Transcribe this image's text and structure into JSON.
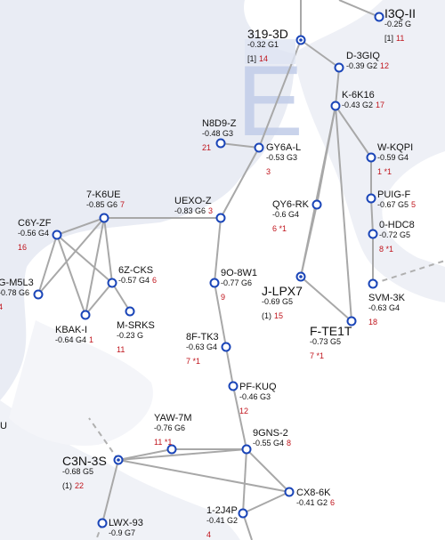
{
  "colors": {
    "background": "#ffffff",
    "region_fill": "#e9ecf4",
    "link": "#a8a8a8",
    "node_ring": "#1a45b8",
    "info_red": "#c0141c",
    "region_letter": "#c4cfe9"
  },
  "region_letter": "E",
  "systems": [
    {
      "id": "319-3D",
      "sec": "-0.32 G1",
      "info": [
        {
          "t": "[1]",
          "c": "blk"
        },
        {
          "t": "14",
          "c": "red"
        }
      ]
    },
    {
      "id": "I3Q-II",
      "sec": "-0.25 G",
      "info": [
        {
          "t": "[1]",
          "c": "blk"
        },
        {
          "t": "11",
          "c": "red"
        }
      ]
    },
    {
      "id": "D-3GIQ",
      "sec": "-0.39 G2",
      "info": [
        {
          "t": "12",
          "c": "red"
        }
      ]
    },
    {
      "id": "K-6K16",
      "sec": "-0.43 G2",
      "info": [
        {
          "t": "17",
          "c": "red"
        }
      ]
    },
    {
      "id": "N8D9-Z",
      "sec": "-0.48 G3",
      "info": [
        {
          "t": "21",
          "c": "red"
        }
      ]
    },
    {
      "id": "GY6A-L",
      "sec": "-0.53 G3",
      "info": [
        {
          "t": "3",
          "c": "red"
        }
      ]
    },
    {
      "id": "W-KQPI",
      "sec": "-0.59 G4",
      "info": [
        {
          "t": "1 *1",
          "c": "red"
        }
      ]
    },
    {
      "id": "7-K6UE",
      "sec": "-0.85 G6",
      "info": [
        {
          "t": "7",
          "c": "red"
        }
      ]
    },
    {
      "id": "UEXO-Z",
      "sec": "-0.83 G6",
      "info": [
        {
          "t": "3",
          "c": "red"
        }
      ]
    },
    {
      "id": "QY6-RK",
      "sec": "-0.6 G4",
      "info": [
        {
          "t": "6 *1",
          "c": "red"
        }
      ]
    },
    {
      "id": "PUIG-F",
      "sec": "-0.67 G5",
      "info": [
        {
          "t": "5",
          "c": "red"
        }
      ]
    },
    {
      "id": "C6Y-ZF",
      "sec": "-0.56 G4",
      "info": [
        {
          "t": "16",
          "c": "red"
        }
      ]
    },
    {
      "id": "0-HDC8",
      "sec": "-0.72 G5",
      "info": [
        {
          "t": "8 *1",
          "c": "red"
        }
      ]
    },
    {
      "id": "G-M5L3",
      "sec": "-0.78 G6",
      "info": [
        {
          "t": "4",
          "c": "red"
        }
      ]
    },
    {
      "id": "6Z-CKS",
      "sec": "-0.57 G4",
      "info": [
        {
          "t": "6",
          "c": "red"
        }
      ]
    },
    {
      "id": "9O-8W1",
      "sec": "-0.77 G6",
      "info": [
        {
          "t": "9",
          "c": "red"
        }
      ]
    },
    {
      "id": "J-LPX7",
      "sec": "-0.69 G5",
      "info": [
        {
          "t": "(1)",
          "c": "blk"
        },
        {
          "t": "15",
          "c": "red"
        }
      ]
    },
    {
      "id": "SVM-3K",
      "sec": "-0.63 G4",
      "info": [
        {
          "t": "18",
          "c": "red"
        }
      ]
    },
    {
      "id": "KBAK-I",
      "sec": "-0.64 G4",
      "info": [
        {
          "t": "1",
          "c": "red"
        }
      ]
    },
    {
      "id": "M-SRKS",
      "sec": "-0.23 G",
      "info": [
        {
          "t": "11",
          "c": "red"
        }
      ]
    },
    {
      "id": "F-TE1T",
      "sec": "-0.73 G5",
      "info": [
        {
          "t": "7 *1",
          "c": "red"
        }
      ]
    },
    {
      "id": "8F-TK3",
      "sec": "-0.63 G4",
      "info": [
        {
          "t": "7 *1",
          "c": "red"
        }
      ]
    },
    {
      "id": "PF-KUQ",
      "sec": "-0.46 G3",
      "info": [
        {
          "t": "12",
          "c": "red"
        }
      ]
    },
    {
      "id": "YAW-7M",
      "sec": "-0.76 G6",
      "info": [
        {
          "t": "11 *1",
          "c": "red"
        }
      ]
    },
    {
      "id": "9GNS-2",
      "sec": "-0.55 G4",
      "info": [
        {
          "t": "8",
          "c": "red"
        }
      ]
    },
    {
      "id": "C3N-3S",
      "sec": "-0.68 G5",
      "info": [
        {
          "t": "(1)",
          "c": "blk"
        },
        {
          "t": "22",
          "c": "red"
        }
      ]
    },
    {
      "id": "CX8-6K",
      "sec": "-0.41 G2",
      "info": [
        {
          "t": "6",
          "c": "red"
        }
      ]
    },
    {
      "id": "1-2J4P",
      "sec": "-0.41 G2",
      "info": [
        {
          "t": "4",
          "c": "red"
        }
      ]
    },
    {
      "id": "LWX-93",
      "sec": "-0.9 G7",
      "info": []
    }
  ],
  "edge_fragment_label": "U",
  "links": [
    [
      "319-3D",
      "D-3GIQ"
    ],
    [
      "D-3GIQ",
      "K-6K16"
    ],
    [
      "319-3D",
      "GY6A-L"
    ],
    [
      "N8D9-Z",
      "GY6A-L"
    ],
    [
      "GY6A-L",
      "UEXO-Z"
    ],
    [
      "K-6K16",
      "W-KQPI"
    ],
    [
      "K-6K16",
      "QY6-RK"
    ],
    [
      "K-6K16",
      "J-LPX7"
    ],
    [
      "K-6K16",
      "F-TE1T"
    ],
    [
      "W-KQPI",
      "PUIG-F"
    ],
    [
      "PUIG-F",
      "0-HDC8"
    ],
    [
      "0-HDC8",
      "SVM-3K"
    ],
    [
      "QY6-RK",
      "J-LPX7"
    ],
    [
      "J-LPX7",
      "F-TE1T"
    ],
    [
      "7-K6UE",
      "UEXO-Z"
    ],
    [
      "7-K6UE",
      "C6Y-ZF"
    ],
    [
      "7-K6UE",
      "G-M5L3"
    ],
    [
      "7-K6UE",
      "KBAK-I"
    ],
    [
      "7-K6UE",
      "6Z-CKS"
    ],
    [
      "C6Y-ZF",
      "6Z-CKS"
    ],
    [
      "C6Y-ZF",
      "KBAK-I"
    ],
    [
      "C6Y-ZF",
      "G-M5L3"
    ],
    [
      "6Z-CKS",
      "KBAK-I"
    ],
    [
      "6Z-CKS",
      "M-SRKS"
    ],
    [
      "UEXO-Z",
      "9O-8W1"
    ],
    [
      "9O-8W1",
      "8F-TK3"
    ],
    [
      "8F-TK3",
      "PF-KUQ"
    ],
    [
      "PF-KUQ",
      "9GNS-2"
    ],
    [
      "9GNS-2",
      "YAW-7M"
    ],
    [
      "YAW-7M",
      "C3N-3S"
    ],
    [
      "C3N-3S",
      "9GNS-2"
    ],
    [
      "C3N-3S",
      "CX8-6K"
    ],
    [
      "C3N-3S",
      "LWX-93"
    ],
    [
      "9GNS-2",
      "CX8-6K"
    ],
    [
      "9GNS-2",
      "1-2J4P"
    ],
    [
      "CX8-6K",
      "1-2J4P"
    ]
  ]
}
